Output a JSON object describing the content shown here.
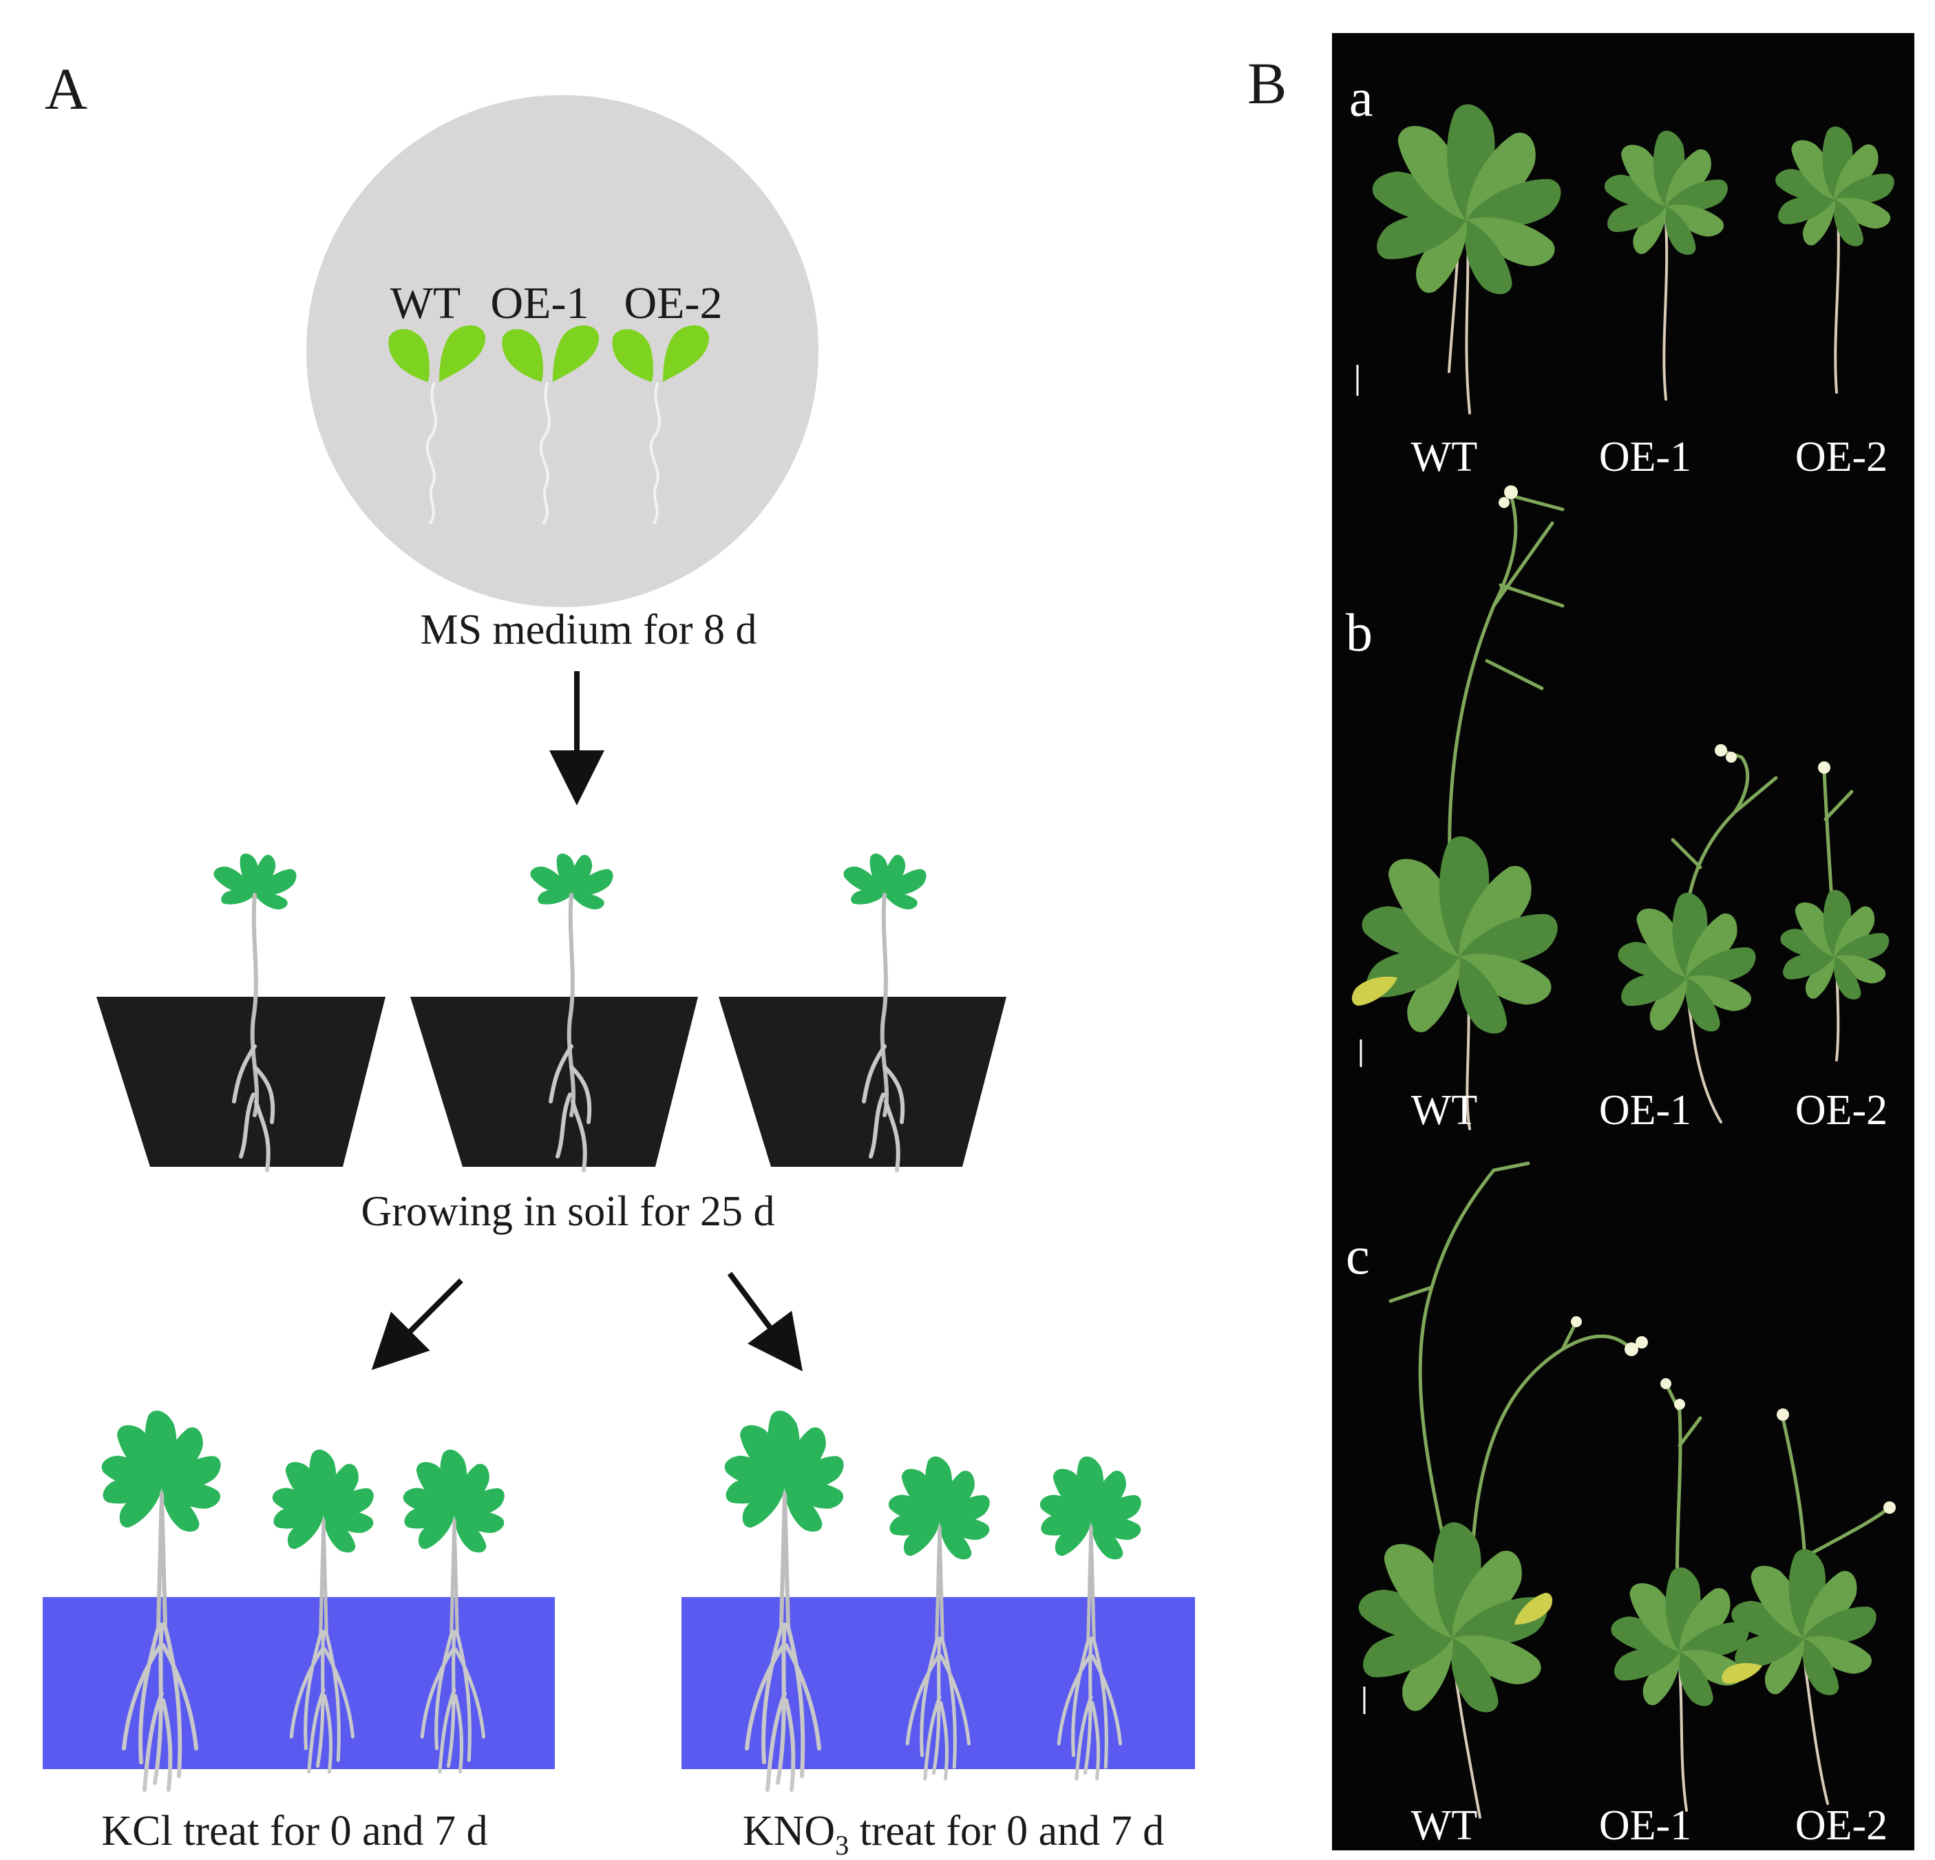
{
  "panel_A": {
    "label": "A",
    "plate_genotypes": [
      "WT",
      "OE-1",
      "OE-2"
    ],
    "plate_caption": "MS medium for 8 d",
    "soil_caption": "Growing in soil for 25 d",
    "kcl_caption": "KCl treat for 0 and 7 d",
    "kno3_caption_prefix": "KNO",
    "kno3_subscript": "3",
    "kno3_caption_suffix": " treat for 0 and 7 d"
  },
  "panel_B": {
    "label": "B",
    "subpanels": [
      {
        "label": "a",
        "genotypes": [
          "WT",
          "OE-1",
          "OE-2"
        ]
      },
      {
        "label": "b",
        "genotypes": [
          "WT",
          "OE-1",
          "OE-2"
        ]
      },
      {
        "label": "c",
        "genotypes": [
          "WT",
          "OE-1",
          "OE-2"
        ]
      }
    ]
  },
  "colors": {
    "plate": "#d9d6d8",
    "seedling_leaf": "#7ed321",
    "plant_leaf": "#2bb55a",
    "pot": "#1c1c1c",
    "solution": "#5a5af0",
    "photo_background": "#050505"
  }
}
